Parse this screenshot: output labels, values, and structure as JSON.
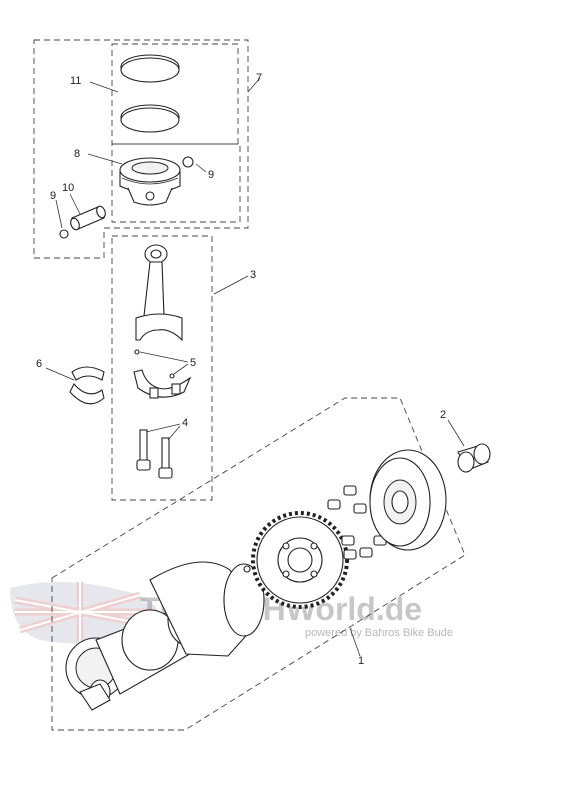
{
  "watermark": {
    "brand": "TRIUMPHWorld.de",
    "tagline": "powered by Bahros Bike Bude"
  },
  "callouts": [
    {
      "id": "c1",
      "label": "1"
    },
    {
      "id": "c2",
      "label": "2"
    },
    {
      "id": "c3",
      "label": "3"
    },
    {
      "id": "c4",
      "label": "4"
    },
    {
      "id": "c5",
      "label": "5"
    },
    {
      "id": "c6",
      "label": "6"
    },
    {
      "id": "c7",
      "label": "7"
    },
    {
      "id": "c8",
      "label": "8"
    },
    {
      "id": "c9a",
      "label": "9"
    },
    {
      "id": "c9b",
      "label": "9"
    },
    {
      "id": "c10",
      "label": "10"
    },
    {
      "id": "c11",
      "label": "11"
    }
  ]
}
